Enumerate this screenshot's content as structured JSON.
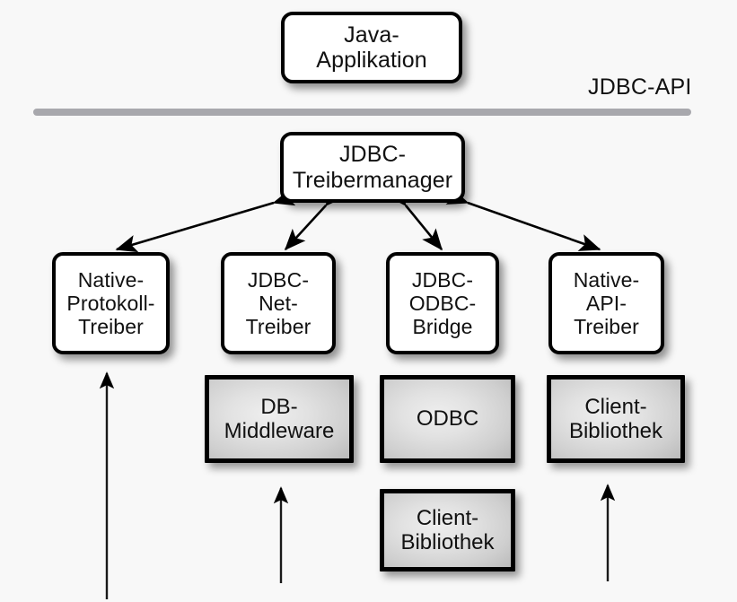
{
  "diagram": {
    "title_label": "JDBC-API",
    "background_color": "#f8f8f8",
    "separator_color": "#a8a8ad",
    "nodes": {
      "java_application": "Java-\nApplikation",
      "driver_manager": "JDBC-\nTreibermanager",
      "native_protocol_driver": "Native-\nProtokoll-\nTreiber",
      "jdbc_net_driver": "JDBC-\nNet-\nTreiber",
      "jdbc_odbc_bridge": "JDBC-\nODBC-\nBridge",
      "native_api_driver": "Native-\nAPI-\nTreiber",
      "db_middleware": "DB-\nMiddleware",
      "odbc": "ODBC",
      "client_library_right": "Client-\nBibliothek",
      "client_library_center": "Client-\nBibliothek"
    }
  }
}
